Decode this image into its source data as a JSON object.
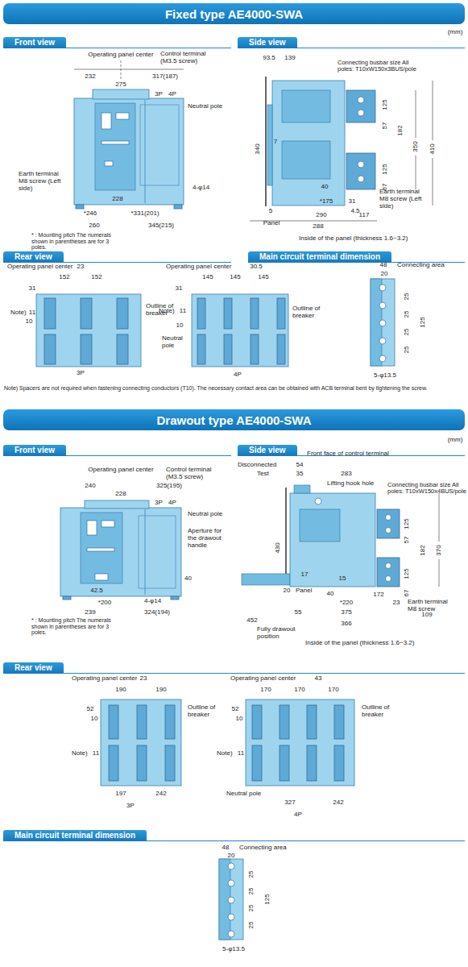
{
  "diagram": {
    "nodes": [
      {
        "text": [
          "Fixed type AE4000-SWA"
        ]
      },
      {
        "text": [
          "Front view"
        ]
      },
      {
        "text": [
          "Side view"
        ]
      },
      {
        "text": [
          "Rear view"
        ]
      },
      {
        "text": [
          "Main circuit terminal dimension"
        ]
      },
      {
        "text": [
          "Drawout type AE4000-SWA"
        ]
      },
      {
        "text": [
          "Front view"
        ]
      },
      {
        "text": [
          "Side view"
        ]
      },
      {
        "text": [
          "Rear view"
        ]
      },
      {
        "text": [
          "Main circuit terminal dimension"
        ]
      }
    ],
    "labels": [
      "(mm)",
      "Operating panel center",
      "Control terminal (M3.5 screw)",
      "232",
      "317(187)",
      "275",
      "3P",
      "4P",
      "Neutral pole",
      "4-φ14",
      "Earth terminal M8 screw (Left side)",
      "228",
      "*246",
      "*331(201)",
      "260",
      "345(215)",
      "* : Mounting pitch The numerals shown in parentheses are for 3 poles.",
      "93.5",
      "139",
      "Connecting busbar size All poles: T10xW150x3BUS/pole",
      "7",
      "340",
      "5",
      "Panel",
      "125",
      "57",
      "182",
      "350",
      "410",
      "125",
      "67",
      "4.5",
      "40",
      "*175",
      "31",
      "Earth terminal M8 screw (Left side)",
      "290",
      "117",
      "288",
      "Inside of the panel (thickness 1.6~3.2)",
      "Operating panel center",
      "23",
      "152",
      "152",
      "31",
      "Note)",
      "11",
      "10",
      "Outline of breaker",
      "3P",
      "Operating panel center",
      "30.5",
      "145",
      "145",
      "145",
      "31",
      "Note)",
      "11",
      "10",
      "Neutral pole",
      "Outline of breaker",
      "4P",
      "48",
      "Connecting area",
      "20",
      "25",
      "25",
      "25",
      "25",
      "125",
      "5-φ13.5",
      "Note) Spacers are not required when fastening connecting conductors (T10). The necessary contact area can be obtained with ACB terminal bent by tightening the screw.",
      "(mm)",
      "Operating panel center",
      "Control terminal (M3.5 screw)",
      "240",
      "325(195)",
      "228",
      "3P",
      "4P",
      "Neutral pole",
      "Aperture for the drawout handle",
      "40",
      "42.5",
      "*200",
      "4-φ14",
      "239",
      "324(194)",
      "* : Mounting pitch The numerals shown in parentheses are for 3 poles.",
      "Front face of control terminal",
      "Disconnected",
      "54",
      "Test",
      "35",
      "283",
      "Lifting hook hole",
      "Connecting busbar size All poles: T10xW150x4BUS/pole",
      "430",
      "125",
      "57",
      "182",
      "370",
      "125",
      "67",
      "17",
      "15",
      "20",
      "Panel",
      "40",
      "172",
      "*220",
      "23",
      "Earth terminal M8 screw",
      "55",
      "375",
      "109",
      "452",
      "366",
      "Fully drawout position",
      "Inside of the panel (thickness 1.6~3.2)",
      "Operating panel center",
      "23",
      "190",
      "190",
      "52",
      "10",
      "Outline of breaker",
      "Note)",
      "11",
      "197",
      "242",
      "3P",
      "Operating panel center",
      "43",
      "170",
      "170",
      "170",
      "52",
      "10",
      "Outline of breaker",
      "Note)",
      "11",
      "Neutral pole",
      "327",
      "242",
      "4P",
      "48",
      "Connecting area",
      "20",
      "25",
      "25",
      "25",
      "25",
      "125",
      "5-φ13.5"
    ]
  }
}
